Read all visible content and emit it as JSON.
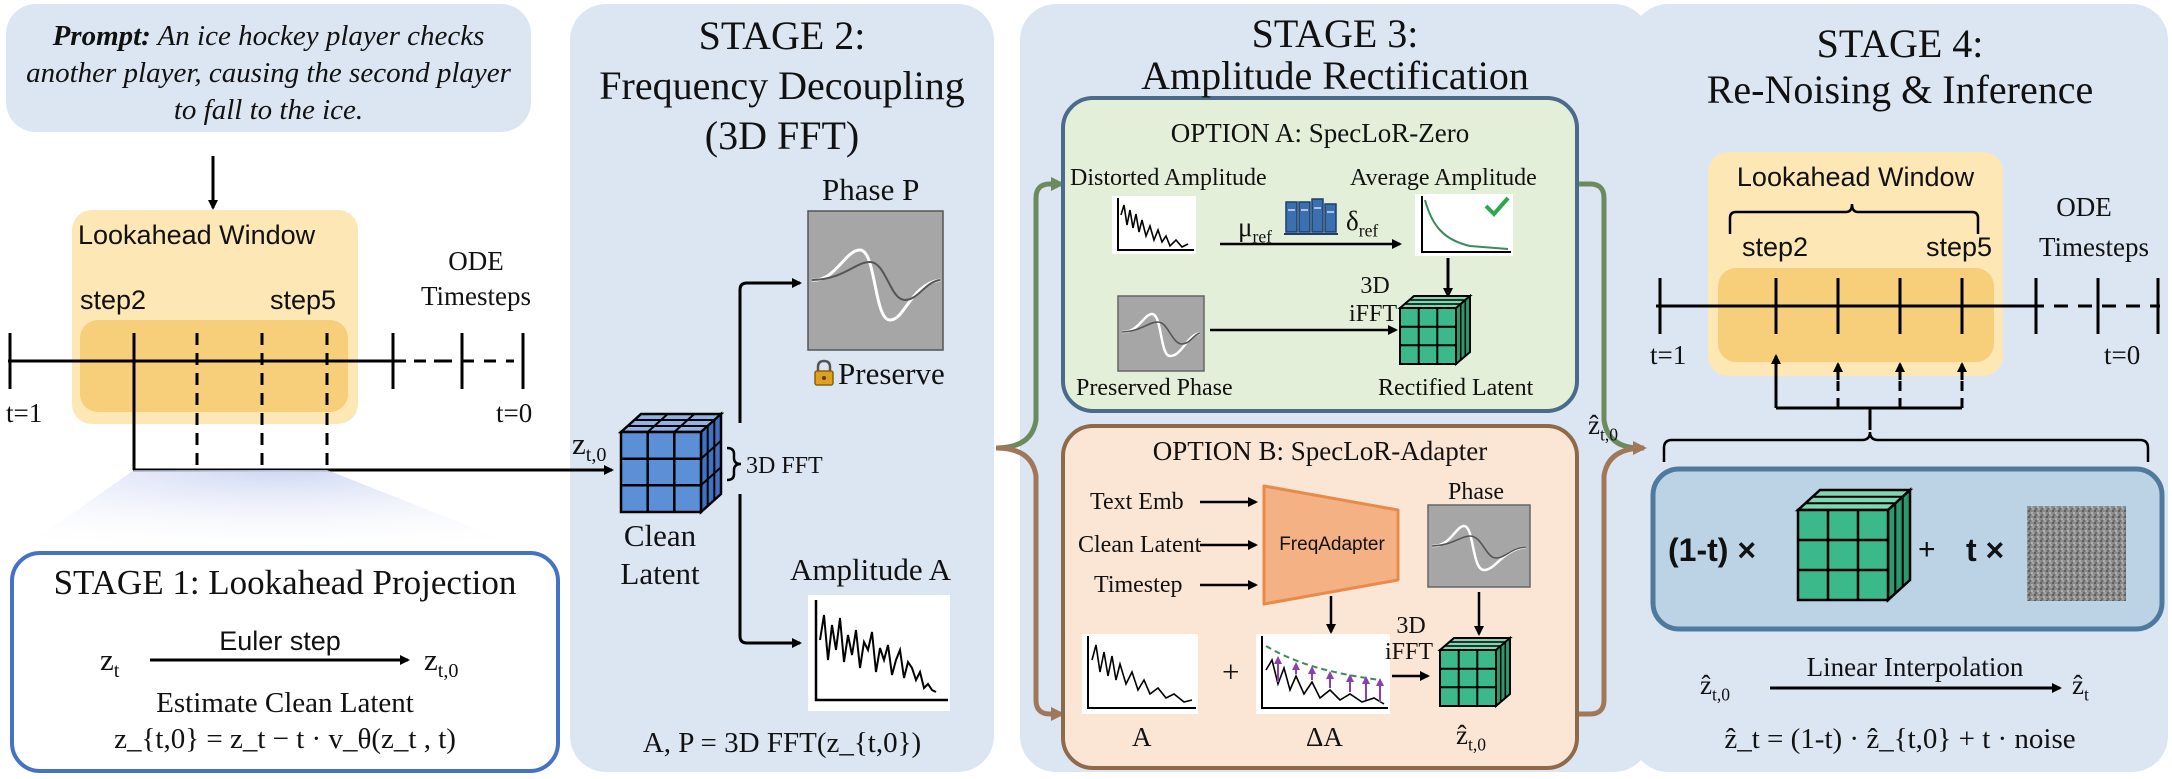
{
  "prompt": {
    "label": "Prompt:",
    "text": " An ice hockey player checks another player, causing the second player to fall to the ice."
  },
  "stage1": {
    "lookahead_label": "Lookahead Window",
    "step_start": "step2",
    "step_end": "step5",
    "ode_label": "ODE",
    "timesteps_label": "Timesteps",
    "t_start": "t=1",
    "t_end": "t=0",
    "title": "STAGE 1: Lookahead Projection",
    "z_t": "z",
    "z_t_sub": "t",
    "euler_label": "Euler step",
    "z_t0": "z",
    "z_t0_sub": "t,0",
    "estimate_label": "Estimate Clean Latent",
    "formula": "z_{t,0} = z_t − t · v_θ(z_t , t)"
  },
  "stage2": {
    "title_line1": "STAGE 2:",
    "title_line2": "Frequency Decoupling",
    "title_line3": "(3D FFT)",
    "latent_label": "z",
    "latent_sub": "t,0",
    "fft_label": "3D FFT",
    "clean_latent_line1": "Clean",
    "clean_latent_line2": "Latent",
    "phase_label": "Phase  P",
    "preserve_label": "Preserve",
    "amplitude_label": "Amplitude A",
    "formula": "A, P = 3D FFT(z_{t,0})"
  },
  "stage3": {
    "title_line1": "STAGE 3:",
    "title_line2": "Amplitude Rectification",
    "optionA": {
      "title": "OPTION A: SpecLoR-Zero",
      "distorted_label": "Distorted Amplitude",
      "average_label": "Average Amplitude",
      "mu_ref": "μ",
      "delta_ref": "δ",
      "ref_sub": "ref",
      "ifft_line1": "3D",
      "ifft_line2": "iFFT",
      "preserved_phase": "Preserved Phase",
      "rectified_latent": "Rectified Latent"
    },
    "optionB": {
      "title": "OPTION B: SpecLoR-Adapter",
      "input1": "Text Emb",
      "input2": "Clean Latent",
      "input3": "Timestep",
      "adapter_label": "FreqAdapter",
      "phase_label": "Phase",
      "plus": "+",
      "ifft_line1": "3D",
      "ifft_line2": "iFFT",
      "a_label": "A",
      "delta_a_label": "ΔA",
      "out_label": "ẑ",
      "out_sub": "t,0"
    },
    "output_label": "ẑ",
    "output_sub": "t,0"
  },
  "stage4": {
    "title_line1": "STAGE 4:",
    "title_line2": "Re-Noising & Inference",
    "lookahead_label": "Lookahead Window",
    "step_start": "step2",
    "step_end": "step5",
    "ode_label": "ODE",
    "timesteps_label": "Timesteps",
    "t_start": "t=1",
    "t_end": "t=0",
    "coef1": "(1-t) ×",
    "plus": "+",
    "coef2": "t ×",
    "interp_from": "ẑ",
    "interp_from_sub": "t,0",
    "interp_label": "Linear Interpolation",
    "interp_to": "ẑ",
    "interp_to_sub": "t",
    "formula": "ẑ_t = (1-t) · ẑ_{t,0} + t · noise"
  },
  "colors": {
    "panel_bg": "#dce6f2",
    "window_bg": "#fde7b5",
    "window_inner": "#f7cf7a",
    "option_a_bg": "#e3efd9",
    "option_a_border": "#4c6a8a",
    "option_b_bg": "#fbe5d5",
    "option_b_border": "#8f6a4a",
    "stage1_border": "#4472c4",
    "adapter_fill": "#f4b183",
    "blue_cube": "#5b8fd6",
    "green_cube": "#3cb98a",
    "green_arrow": "#6b8a5e",
    "brown_arrow": "#a0775a"
  }
}
